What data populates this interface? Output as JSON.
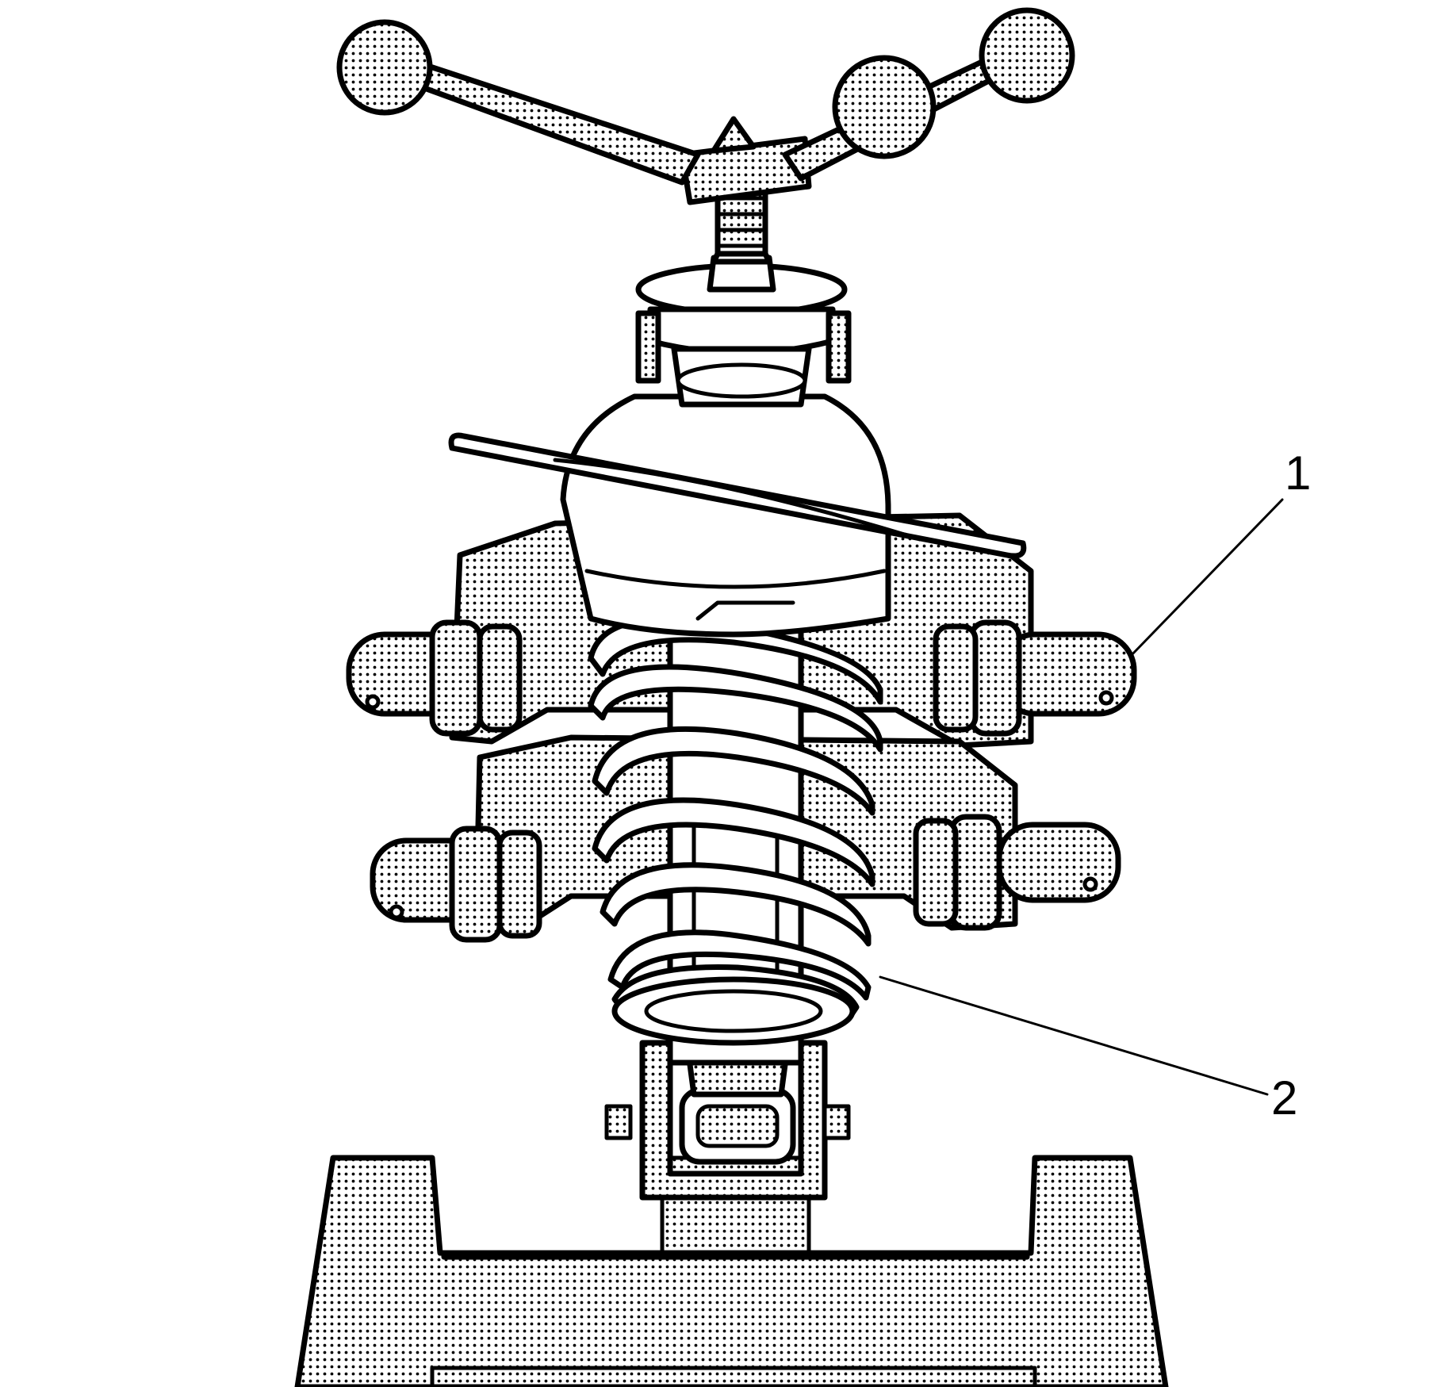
{
  "figure": {
    "colors": {
      "ink": "#000000",
      "paper": "#ffffff",
      "screen": "#000000"
    },
    "callouts": [
      {
        "id": "1",
        "label": "1"
      },
      {
        "id": "2",
        "label": "2"
      }
    ]
  }
}
